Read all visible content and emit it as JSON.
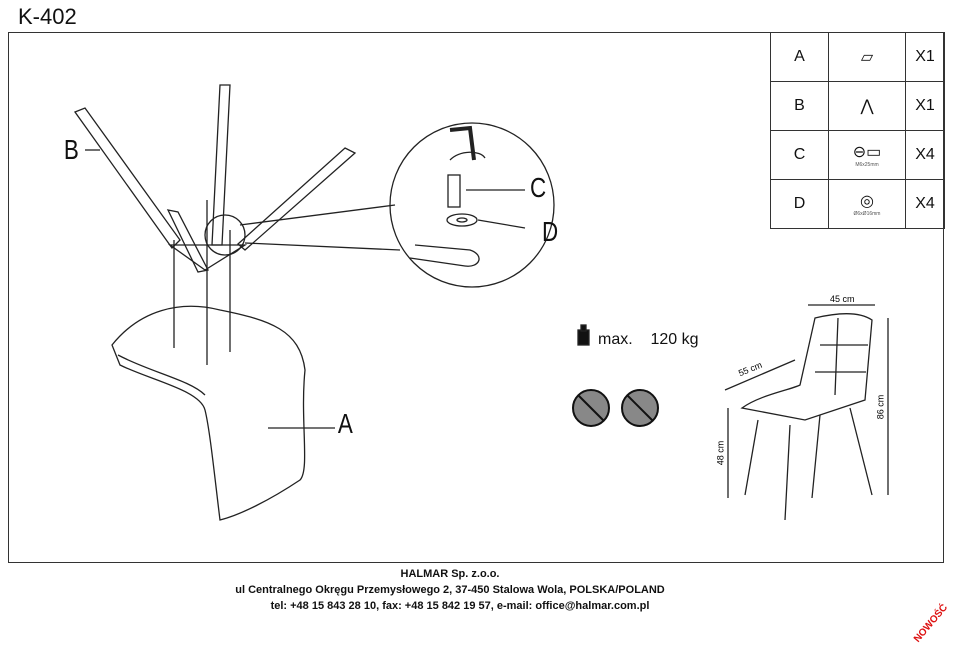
{
  "title": "K-402",
  "parts": [
    {
      "letter": "A",
      "icon": "seat-icon",
      "spec": "",
      "qty": "X1"
    },
    {
      "letter": "B",
      "icon": "legs-icon",
      "spec": "",
      "qty": "X1"
    },
    {
      "letter": "C",
      "icon": "bolt-icon",
      "spec": "M6x25mm",
      "qty": "X4"
    },
    {
      "letter": "D",
      "icon": "washer-icon",
      "spec": "Ø6xØ16mm",
      "qty": "X4"
    }
  ],
  "diagram_labels": {
    "A": "A",
    "B": "B",
    "C": "C",
    "D": "D"
  },
  "weight": {
    "label": "max.",
    "value": "120 kg"
  },
  "dimensions": {
    "width": "45 cm",
    "depth": "55 cm",
    "height": "86 cm",
    "seat_height": "48 cm"
  },
  "footer": {
    "company": "HALMAR Sp. z.o.o.",
    "address": "ul Centralnego Okręgu Przemysłowego 2, 37-450 Stalowa Wola, POLSKA/POLAND",
    "contact": "tel: +48 15 843 28 10, fax: +48 15 842 19 57, e-mail: office@halmar.com.pl"
  },
  "badge": "NOWOŚĆ"
}
